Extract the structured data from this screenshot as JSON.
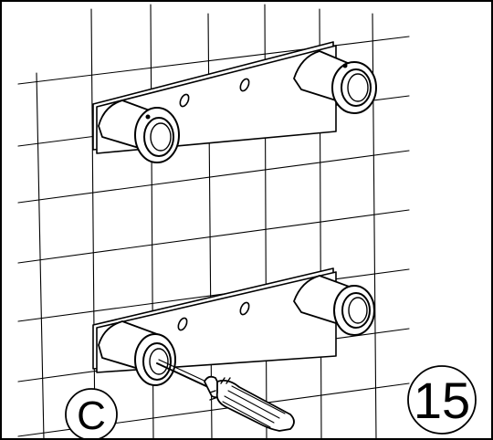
{
  "figure": {
    "step_number": "15",
    "detail_letter": "C",
    "colors": {
      "line": "#000000",
      "background": "#ffffff"
    },
    "items": [
      {
        "name": "tiled-wall",
        "kind": "wall grid"
      },
      {
        "name": "upper-mounting-bracket",
        "kind": "bracket with two outlet elbows"
      },
      {
        "name": "lower-mounting-bracket",
        "kind": "bracket with two outlet elbows"
      },
      {
        "name": "screwdriver-icon",
        "kind": "tool"
      }
    ]
  }
}
